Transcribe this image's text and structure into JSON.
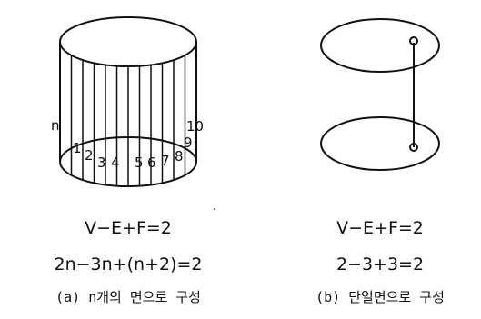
{
  "left_panel": {
    "edge_labels": [
      "n",
      "1",
      "2",
      "3",
      "4",
      "5",
      "6",
      "7",
      "8",
      "9",
      "10"
    ],
    "equation_1": "V−E+F=2",
    "equation_2": "2n−3n+(n+2)=2",
    "caption": "(a) n개의 면으로 구성"
  },
  "right_panel": {
    "equation_1": "V−E+F=2",
    "equation_2": "2−3+3=2",
    "caption": "(b) 단일면으로 구성"
  }
}
